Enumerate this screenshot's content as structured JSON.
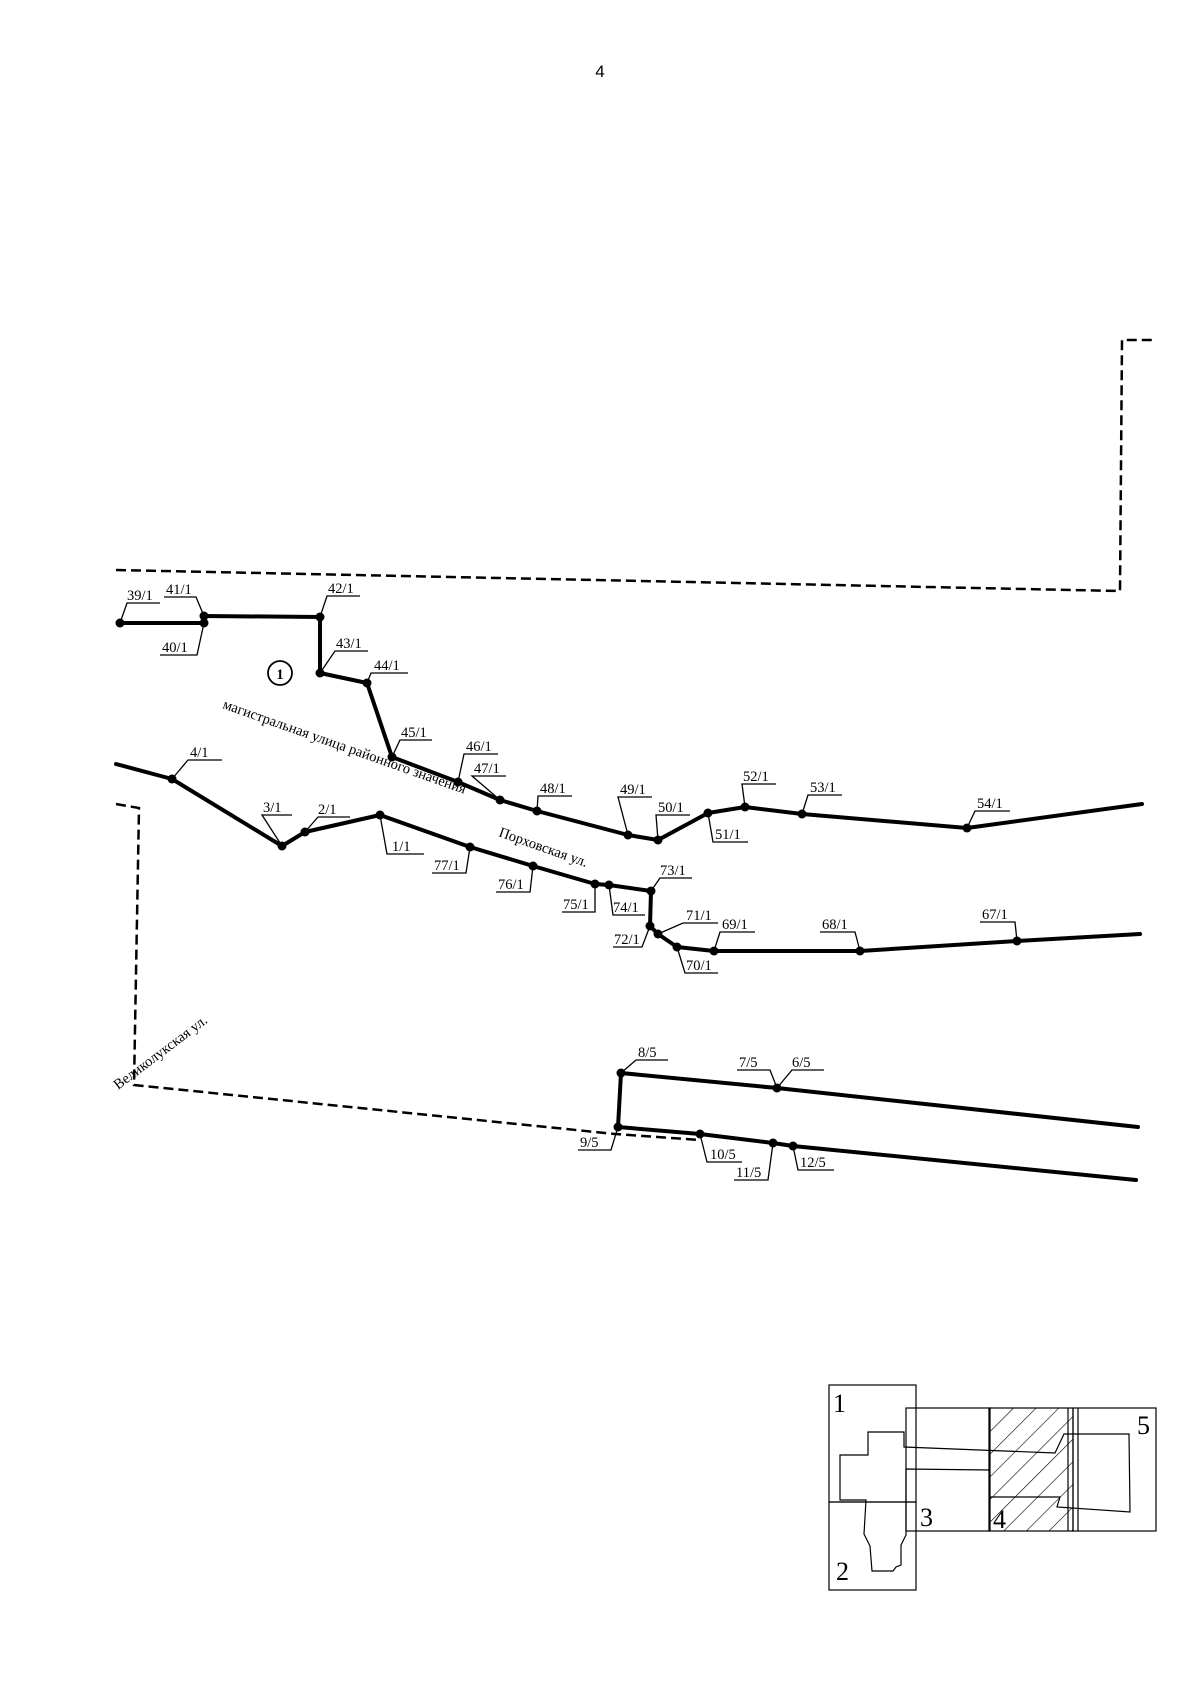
{
  "page_number": "4",
  "marker": "1",
  "streets": {
    "main": "магистральная улица районного значения",
    "porkhovskaya": "Порховская ул.",
    "velikolukskaya": "Великолукская ул."
  },
  "points": [
    "39/1",
    "41/1",
    "40/1",
    "42/1",
    "43/1",
    "44/1",
    "45/1",
    "46/1",
    "47/1",
    "48/1",
    "49/1",
    "50/1",
    "51/1",
    "52/1",
    "53/1",
    "54/1",
    "4/1",
    "3/1",
    "2/1",
    "1/1",
    "77/1",
    "76/1",
    "75/1",
    "74/1",
    "73/1",
    "72/1",
    "71/1",
    "70/1",
    "69/1",
    "68/1",
    "67/1",
    "8/5",
    "7/5",
    "6/5",
    "9/5",
    "10/5",
    "11/5",
    "12/5"
  ],
  "index_sheets": [
    "1",
    "2",
    "3",
    "4",
    "5"
  ],
  "colors": {
    "ink": "#000000",
    "paper": "#ffffff"
  }
}
